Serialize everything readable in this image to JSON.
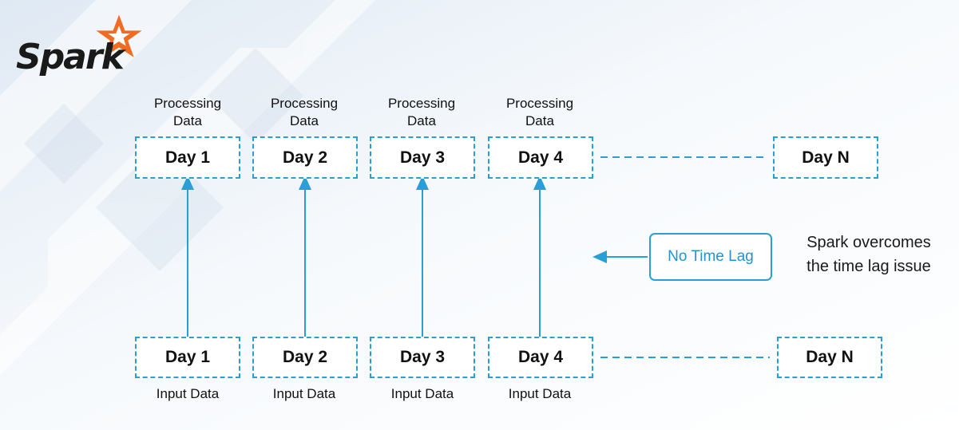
{
  "logo": {
    "text": "Spark",
    "star_color": "#f26b21"
  },
  "colors": {
    "accent": "#2a9fd6"
  },
  "processing": {
    "caption_line1": "Processing",
    "caption_line2": "Data",
    "days": [
      "Day 1",
      "Day 2",
      "Day 3",
      "Day 4"
    ],
    "last_day": "Day N"
  },
  "input": {
    "caption": "Input Data",
    "days": [
      "Day 1",
      "Day 2",
      "Day 3",
      "Day 4"
    ],
    "last_day": "Day N"
  },
  "callout": {
    "label": "No Time Lag"
  },
  "note": {
    "line1": "Spark overcomes",
    "line2": "the time lag issue"
  }
}
